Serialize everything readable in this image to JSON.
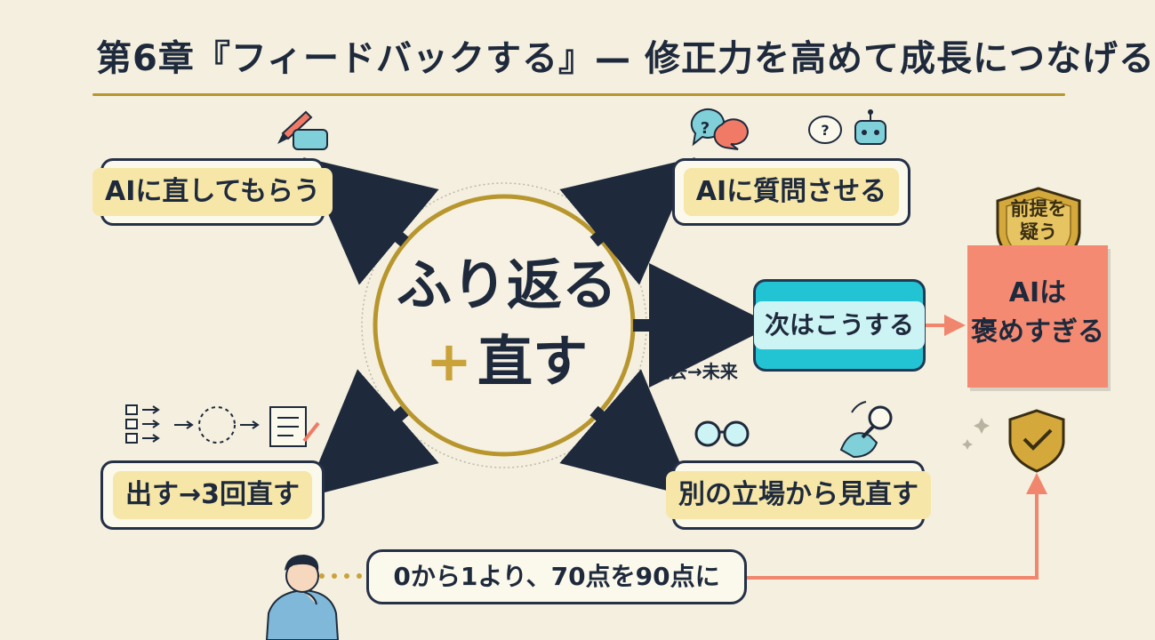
{
  "title": "第6章『フィードバックする』— 修正力を高めて成長につなげる",
  "center": {
    "line1": "ふり返る",
    "plus": "+",
    "line2": "直す"
  },
  "nodes": {
    "ai_fix": "AIに直してもらう",
    "ai_question": "AIに質問させる",
    "next_action": "次はこうする",
    "draft_revise": "出す→3回直す",
    "other_view": "別の立場から見直す"
  },
  "past_future_label": "過去→未来",
  "sticky_note": {
    "line1": "AIは",
    "line2": "褒めすぎる"
  },
  "shield_label": {
    "line1": "前提を",
    "line2": "疑う"
  },
  "bottom_note": "0から1より、70点を90点に",
  "colors": {
    "navy": "#1e2a3c",
    "gold": "#b8962e",
    "highlight": "#f6e6a8",
    "teal": "#22c4d4",
    "coral": "#f58a72"
  },
  "icons": [
    "pencil-hand-icon",
    "speech-bubbles-icon",
    "robot-question-icon",
    "checklist-flow-icon",
    "glasses-icon",
    "magnifier-icon",
    "shield-icon",
    "check-shield-icon",
    "person-thinking-icon"
  ]
}
